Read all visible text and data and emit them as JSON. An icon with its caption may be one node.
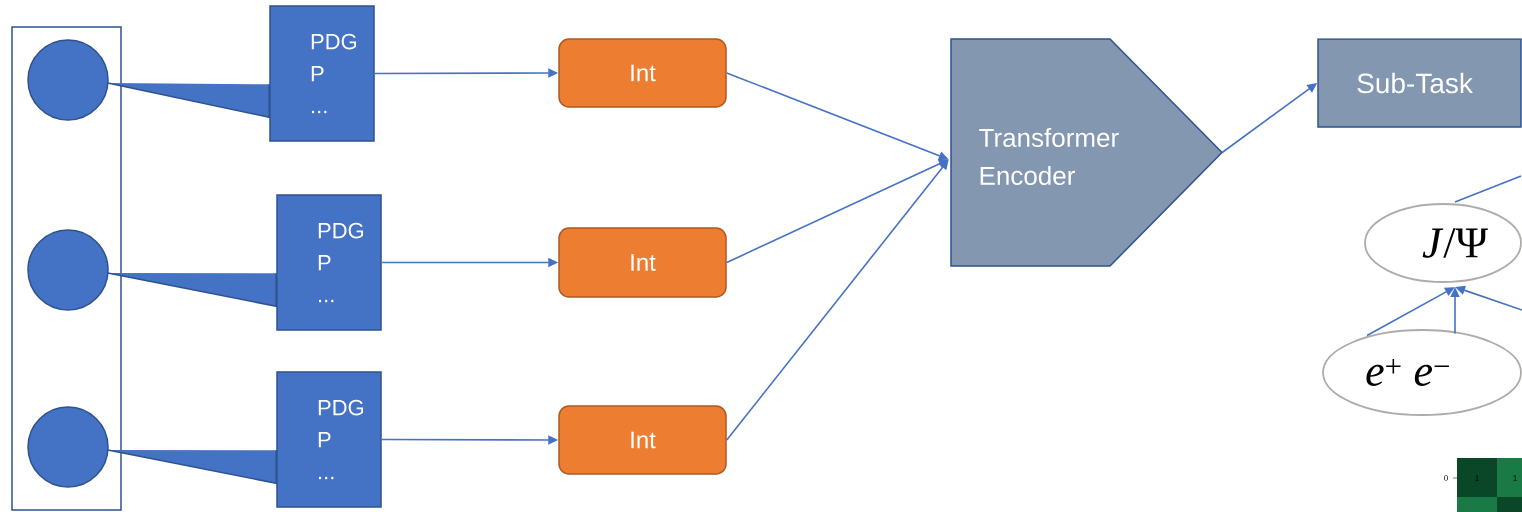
{
  "diagram": {
    "nodes": [
      {
        "text": [],
        "shape": "box"
      },
      {
        "text": [],
        "shape": "circle",
        "in": 0
      },
      {
        "text": [],
        "shape": "circle",
        "in": 0
      },
      {
        "text": [],
        "shape": "circle",
        "in": 0
      },
      {
        "text": [
          "PDG P ..."
        ]
      },
      {
        "text": [
          "PDG P ..."
        ]
      },
      {
        "text": [
          "PDG P ..."
        ]
      },
      {
        "text": [
          "Int"
        ]
      },
      {
        "text": [
          "Int"
        ]
      },
      {
        "text": [
          "Int"
        ]
      },
      {
        "text": [
          "Transformer Encoder"
        ]
      },
      {
        "text": [
          "Sub-Task"
        ]
      },
      {
        "text": [
          "*J*/Ψ"
        ]
      },
      {
        "text": [
          "*e*$^{+}$ *e*$^{−}$"
        ]
      }
    ],
    "edges": [
      {
        "from": 4,
        "to": 1,
        "arrow": "none"
      },
      {
        "from": 5,
        "to": 2,
        "arrow": "none"
      },
      {
        "from": 6,
        "to": 3,
        "arrow": "none"
      },
      {
        "from": 4,
        "to": 7,
        "arrow": "to"
      },
      {
        "from": 5,
        "to": 8,
        "arrow": "to"
      },
      {
        "from": 6,
        "to": 9,
        "arrow": "to"
      },
      {
        "from": 7,
        "to": 10,
        "arrow": "to"
      },
      {
        "from": 8,
        "to": 10,
        "arrow": "to"
      },
      {
        "from": 9,
        "to": 10,
        "arrow": "to"
      },
      {
        "from": 10,
        "to": 11,
        "arrow": "to"
      },
      {
        "from": 13,
        "to": 12,
        "arrow": "to"
      },
      {
        "from": 13,
        "to": 12,
        "arrow": "to"
      },
      {
        "from": null,
        "to": 12,
        "arrow": "to"
      },
      {
        "from": 12,
        "to": null,
        "arrow": "none"
      }
    ],
    "labels": [
      "0",
      "1",
      "1"
    ]
  }
}
